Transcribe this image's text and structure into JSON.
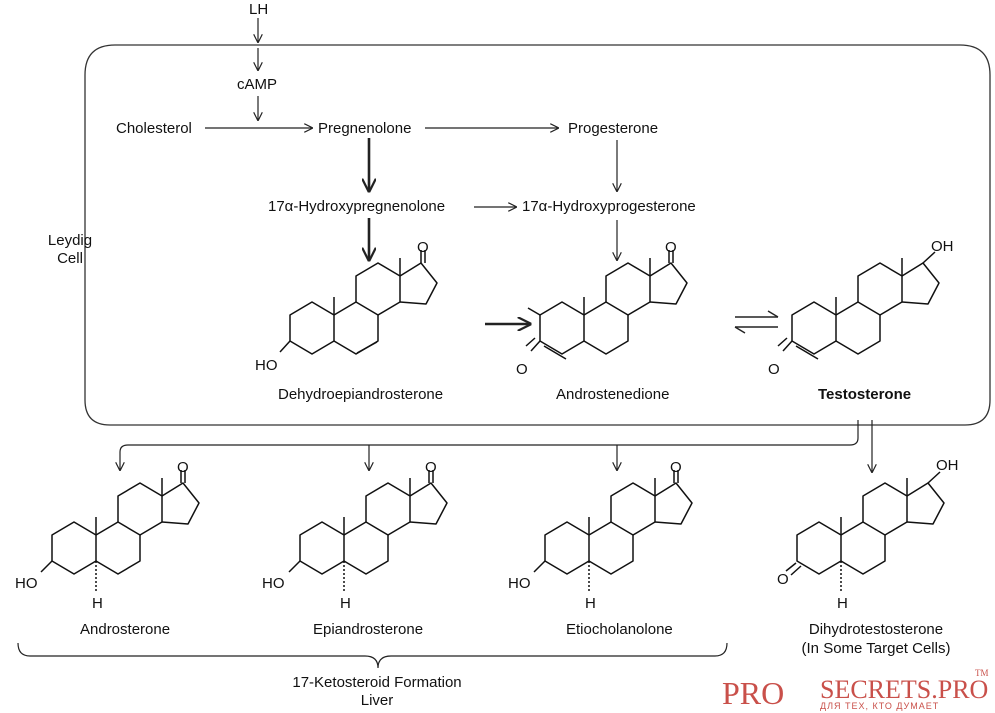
{
  "labels": {
    "lh": "LH",
    "camp": "cAMP",
    "cholesterol": "Cholesterol",
    "pregnenolone": "Pregnenolone",
    "progesterone": "Progesterone",
    "hydroxypregnenolone": "17α-Hydroxypregnenolone",
    "hydroxyprogesterone": "17α-Hydroxyprogesterone",
    "leydig_line1": "Leydig",
    "leydig_line2": "Cell",
    "dhea": "Dehydroepiandrosterone",
    "androstenedione": "Androstenedione",
    "testosterone": "Testosterone",
    "androsterone": "Androsterone",
    "epiandrosterone": "Epiandrosterone",
    "etiocholanolone": "Etiocholanolone",
    "dht_line1": "Dihydrotestosterone",
    "dht_line2": "(In Some Target Cells)",
    "ketosteroid_line1": "17-Ketosteroid Formation",
    "ketosteroid_line2": "Liver"
  },
  "atoms": {
    "o": "O",
    "oh": "OH",
    "ho": "HO",
    "h": "H"
  },
  "watermark": {
    "brand_left": "PRO",
    "brand_right": "SECRETS.PRO",
    "trademark": "TM",
    "tagline": "ДЛЯ ТЕХ, КТО ДУМАЕТ",
    "color": "#c9504a"
  }
}
